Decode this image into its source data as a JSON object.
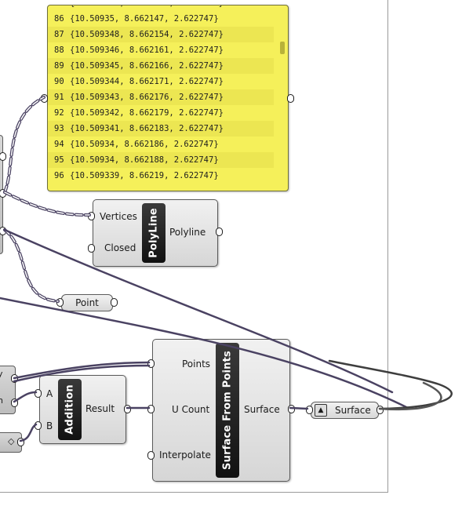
{
  "panel": {
    "rows": [
      {
        "index": "86",
        "value": "{10.50935, 8.662147, 2.622747}"
      },
      {
        "index": "87",
        "value": "{10.509348, 8.662154, 2.622747}"
      },
      {
        "index": "88",
        "value": "{10.509346, 8.662161, 2.622747}"
      },
      {
        "index": "89",
        "value": "{10.509345, 8.662166, 2.622747}"
      },
      {
        "index": "90",
        "value": "{10.509344, 8.662171, 2.622747}"
      },
      {
        "index": "91",
        "value": "{10.509343, 8.662176, 2.622747}"
      },
      {
        "index": "92",
        "value": "{10.509342, 8.662179, 2.622747}"
      },
      {
        "index": "93",
        "value": "{10.509341, 8.662183, 2.622747}"
      },
      {
        "index": "94",
        "value": "{10.50934, 8.662186, 2.622747}"
      },
      {
        "index": "95",
        "value": "{10.50934, 8.662188, 2.622747}"
      },
      {
        "index": "96",
        "value": "{10.509339, 8.66219, 2.622747}"
      }
    ],
    "color": "#f5f05a"
  },
  "polyline": {
    "name": "PolyLine",
    "input_vertices": "Vertices",
    "input_closed": "Closed",
    "output": "Polyline"
  },
  "point": {
    "label": "Point"
  },
  "addition": {
    "name": "Addition",
    "input_a": "A",
    "input_b": "B",
    "output": "Result"
  },
  "surface_from_points": {
    "name": "Surface From Points",
    "input_points": "Points",
    "input_ucount": "U Count",
    "input_interpolate": "Interpolate",
    "output": "Surface"
  },
  "surface_param": {
    "label": "Surface",
    "icon": "surface-icon"
  },
  "left_stubs": {
    "top_text": "y",
    "bottom_text": "n",
    "slider_glyph": "◇"
  },
  "wire_color": "#4a4262"
}
